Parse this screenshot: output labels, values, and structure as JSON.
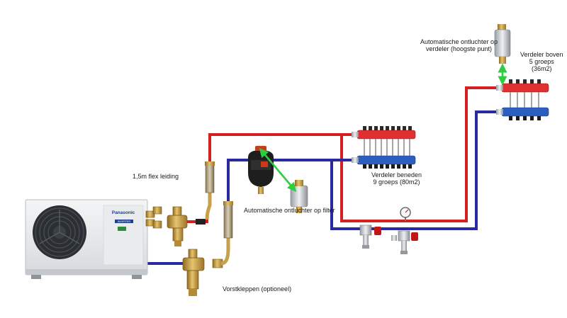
{
  "labels": {
    "flex_hose": "1,5m flex leiding",
    "vent_on_filter": "Automatische ontluchter op filter",
    "manifold_lower_line1": "Verdeler beneden",
    "manifold_lower_line2": "9 groeps (80m2)",
    "vent_on_manifold_line1": "Automatische ontluchter op",
    "vent_on_manifold_line2": "verdeler (hoogste punt)",
    "manifold_upper_line1": "Verdeler boven",
    "manifold_upper_line2": "5 groeps",
    "manifold_upper_line3": "(36m2)",
    "frost_valves": "Vorstkleppen (optioneel)"
  },
  "heat_pump": {
    "brand": "Panasonic",
    "badge": "INVERTER"
  },
  "colors": {
    "supply_pipe": "#d42020",
    "return_pipe": "#2a2aa0",
    "vent_arrow": "#2ecc40",
    "manifold_red": "#e03030",
    "manifold_blue": "#2a5fc0",
    "brass": "#c9a04a"
  }
}
